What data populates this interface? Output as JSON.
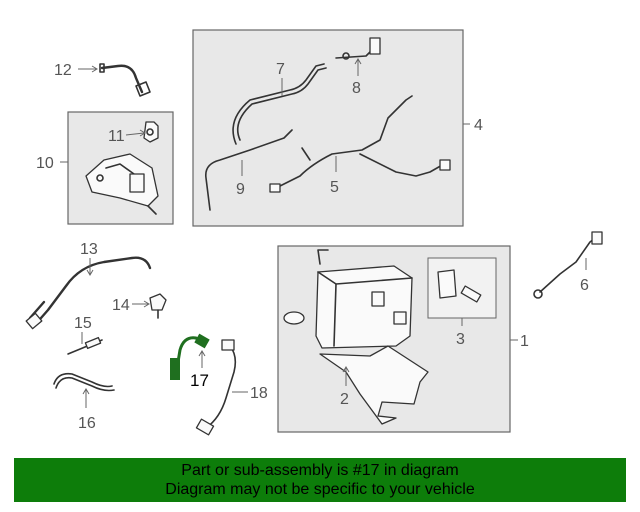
{
  "diagram": {
    "callouts": [
      "1",
      "2",
      "3",
      "4",
      "5",
      "6",
      "7",
      "8",
      "9",
      "10",
      "11",
      "12",
      "13",
      "14",
      "15",
      "16",
      "17",
      "18"
    ],
    "highlighted_part": "17",
    "highlight_color": "#1f6f1f"
  },
  "banner": {
    "line1": "Part or sub-assembly is #17 in diagram",
    "line2": "Diagram may not be specific to your vehicle",
    "background": "#0d7d0a"
  }
}
